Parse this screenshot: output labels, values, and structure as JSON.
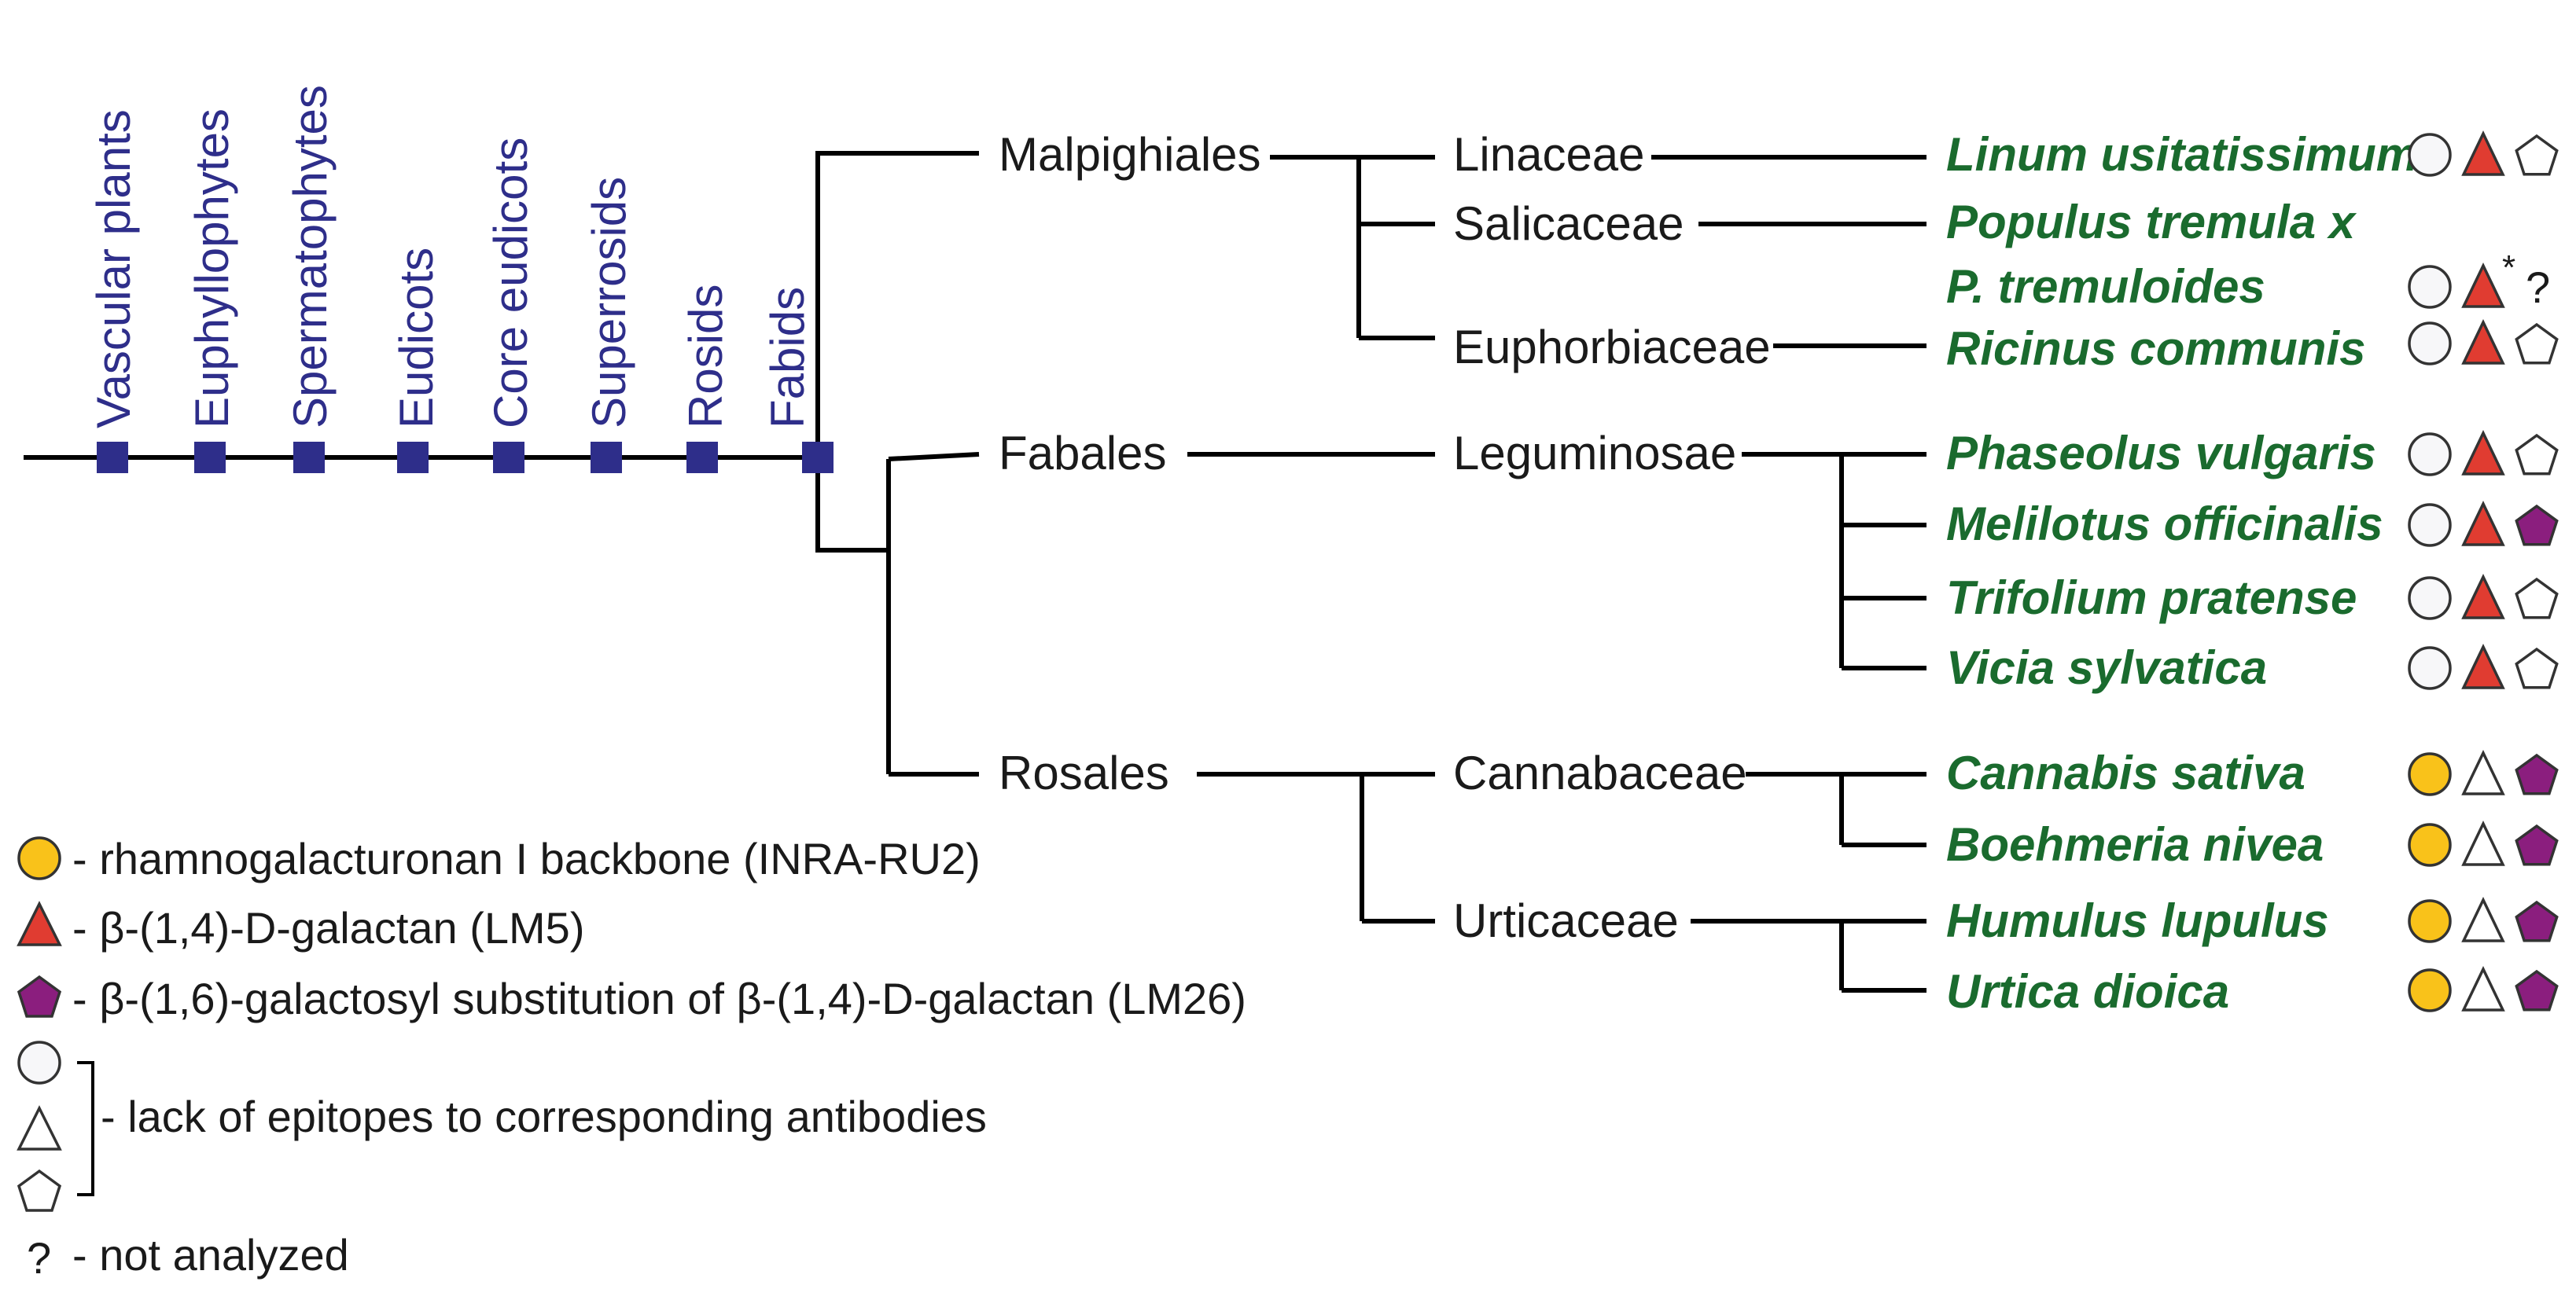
{
  "colors": {
    "clade_text": "#2e2e8a",
    "clade_marker": "#2e2e8a",
    "species_text": "#1a6b2e",
    "rg1_backbone": "#f9c21a",
    "galactan": "#e03c31",
    "galactosyl_substitution": "#8b1e7e",
    "absent_fill": "#f7f7f9"
  },
  "clades": [
    "Vascular plants",
    "Euphyllophytes",
    "Spermatophytes",
    "Eudicots",
    "Core eudicots",
    "Superrosids",
    "Rosids",
    "Fabids"
  ],
  "orders": [
    "Malpighiales",
    "Fabales",
    "Rosales"
  ],
  "families": [
    "Linaceae",
    "Salicaceae",
    "Euphorbiaceae",
    "Leguminosae",
    "Cannabaceae",
    "Urticaceae"
  ],
  "species": [
    {
      "line1": "Linum usitatissimum",
      "line2": "",
      "rg1": "absent",
      "galactan": "present",
      "substitution": "absent",
      "galactan_mark": "",
      "substitution_note": ""
    },
    {
      "line1": "Populus tremula x",
      "line2": "P. tremuloides",
      "rg1": "absent",
      "galactan": "present",
      "substitution": "not-analyzed",
      "galactan_mark": "*",
      "substitution_note": "?"
    },
    {
      "line1": "Ricinus communis",
      "line2": "",
      "rg1": "absent",
      "galactan": "present",
      "substitution": "absent",
      "galactan_mark": "",
      "substitution_note": ""
    },
    {
      "line1": "Phaseolus vulgaris",
      "line2": "",
      "rg1": "absent",
      "galactan": "present",
      "substitution": "absent",
      "galactan_mark": "",
      "substitution_note": ""
    },
    {
      "line1": "Melilotus officinalis",
      "line2": "",
      "rg1": "absent",
      "galactan": "present",
      "substitution": "present",
      "galactan_mark": "",
      "substitution_note": ""
    },
    {
      "line1": "Trifolium pratense",
      "line2": "",
      "rg1": "absent",
      "galactan": "present",
      "substitution": "absent",
      "galactan_mark": "",
      "substitution_note": ""
    },
    {
      "line1": "Vicia sylvatica",
      "line2": "",
      "rg1": "absent",
      "galactan": "present",
      "substitution": "absent",
      "galactan_mark": "",
      "substitution_note": ""
    },
    {
      "line1": "Cannabis sativa",
      "line2": "",
      "rg1": "present",
      "galactan": "absent",
      "substitution": "present",
      "galactan_mark": "",
      "substitution_note": ""
    },
    {
      "line1": "Boehmeria nivea",
      "line2": "",
      "rg1": "present",
      "galactan": "absent",
      "substitution": "present",
      "galactan_mark": "",
      "substitution_note": ""
    },
    {
      "line1": "Humulus lupulus",
      "line2": "",
      "rg1": "present",
      "galactan": "absent",
      "substitution": "present",
      "galactan_mark": "",
      "substitution_note": ""
    },
    {
      "line1": "Urtica dioica",
      "line2": "",
      "rg1": "present",
      "galactan": "absent",
      "substitution": "present",
      "galactan_mark": "",
      "substitution_note": ""
    }
  ],
  "legend": {
    "rg1": "- rhamnogalacturonan I backbone (INRA-RU2)",
    "galactan": "- β-(1,4)-D-galactan (LM5)",
    "substitution": "- β-(1,6)-galactosyl substitution of β-(1,4)-D-galactan (LM26)",
    "absent": "- lack of epitopes to corresponding antibodies",
    "not_analyzed_symbol": "?",
    "not_analyzed": "- not analyzed"
  }
}
